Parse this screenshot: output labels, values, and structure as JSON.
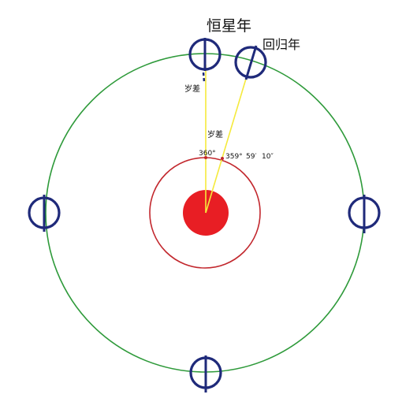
{
  "labels": {
    "sidereal_year": "恒星年",
    "tropical_year": "回归年",
    "precession_left": "岁差",
    "precession_center": "岁差",
    "angle_360": "360°",
    "angle_359": "359°",
    "angle_59": "59′",
    "angle_10": "10″"
  },
  "colors": {
    "orbit": "#2e9a3a",
    "sun": "#e81e24",
    "inner_circle": "#c2272d",
    "earth": "#1f2a7a",
    "sight_line": "#f5ea3c",
    "text": "#111111"
  },
  "icons": {
    "sun": "red-disc",
    "earth": "earth-with-axis-icon"
  }
}
